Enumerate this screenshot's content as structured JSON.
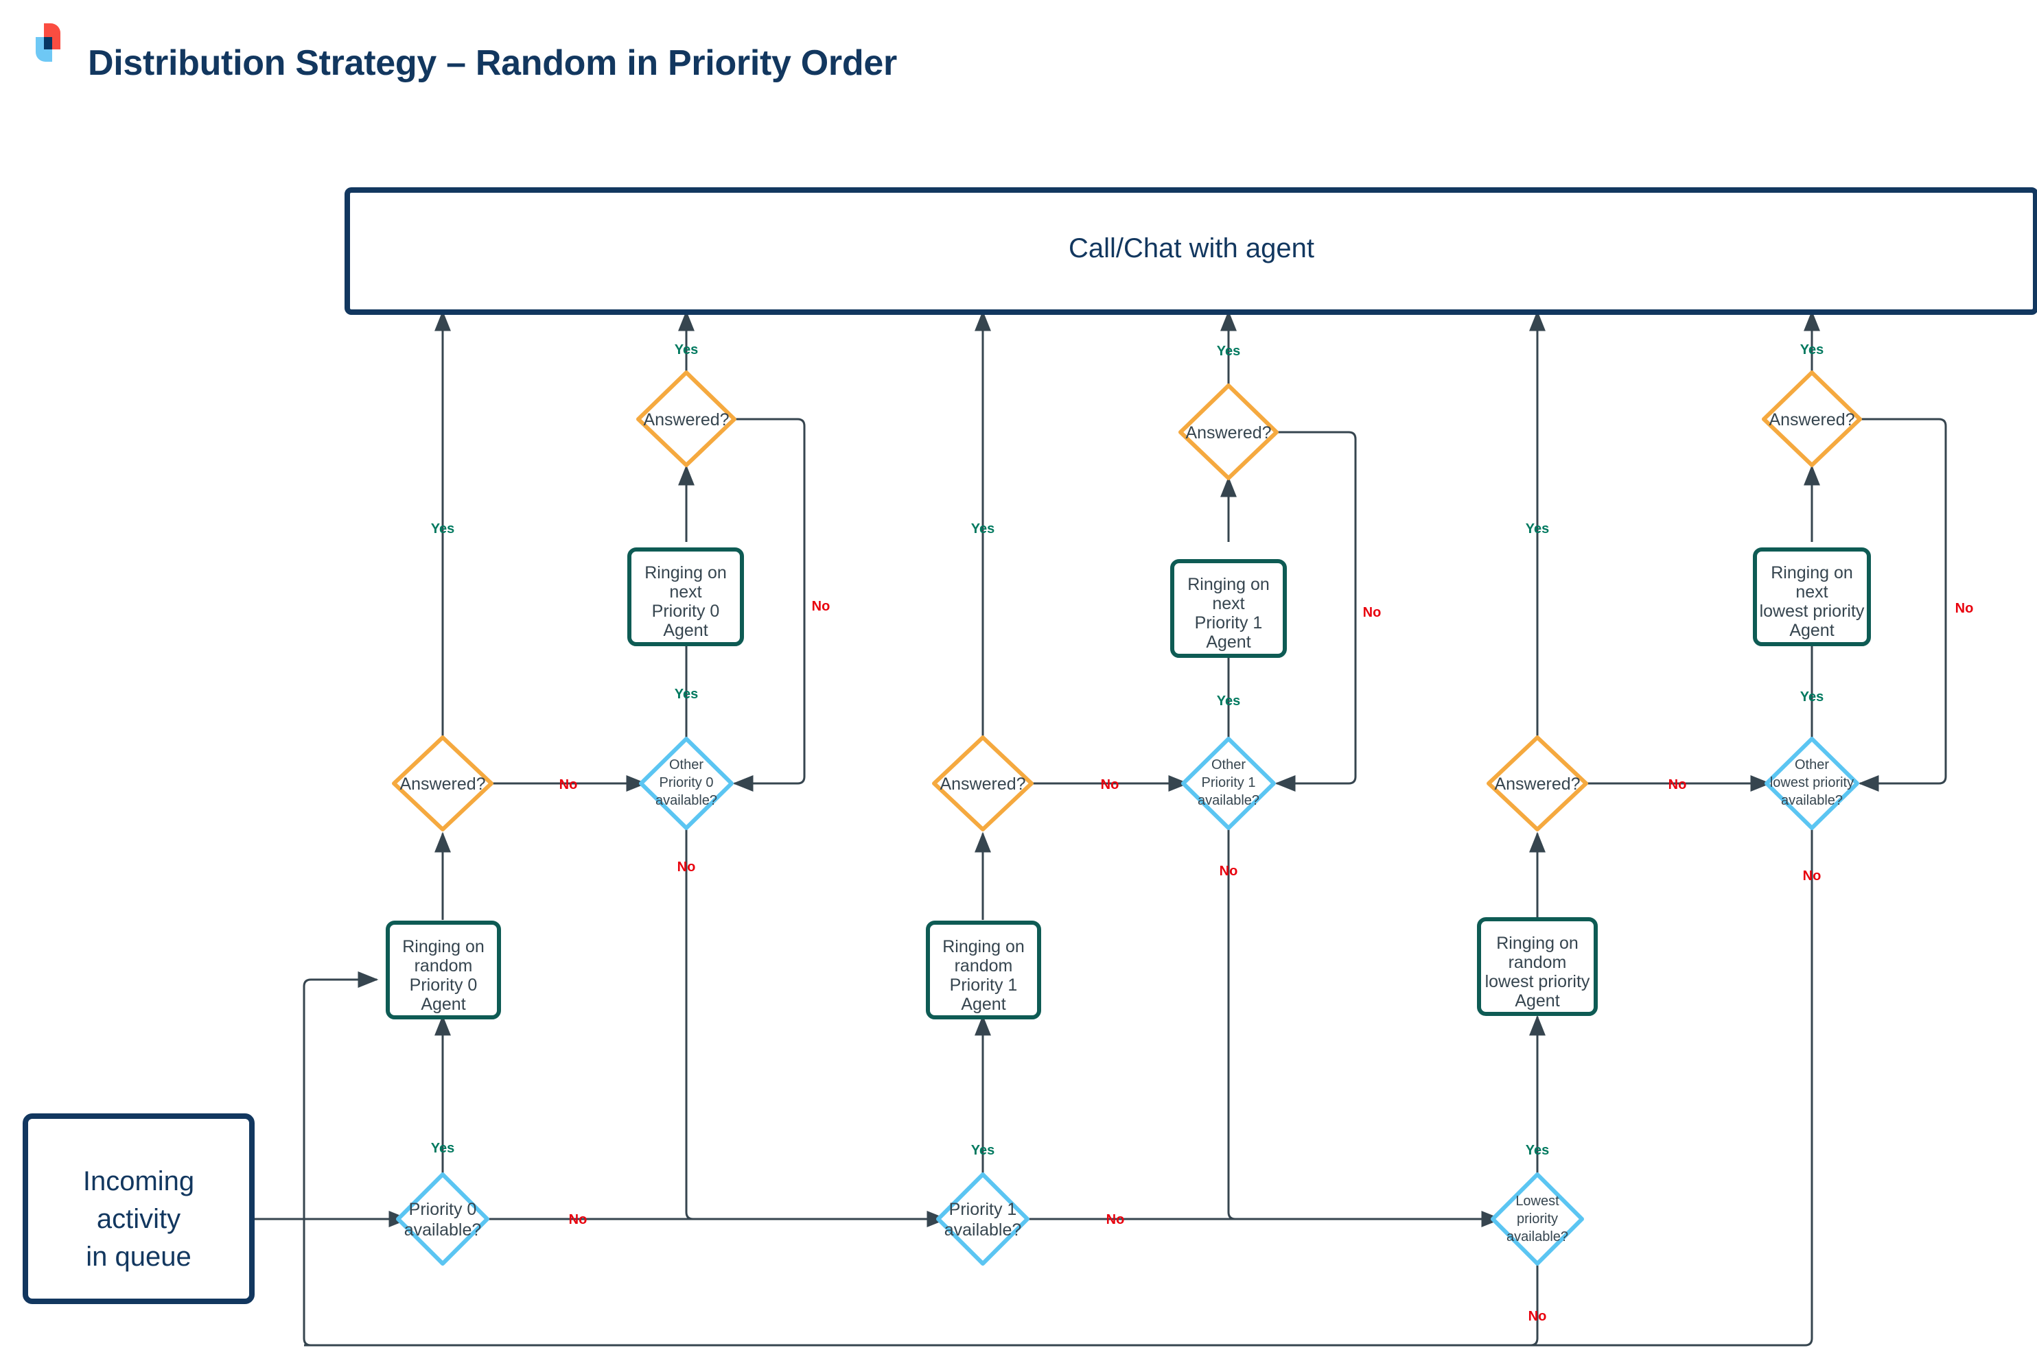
{
  "header": {
    "title": "Distribution Strategy – Random in Priority Order",
    "logo_name": "brand-logo"
  },
  "colors": {
    "title": "#12375f",
    "terminal_border": "#12375f",
    "process_border": "#0e5b54",
    "decision_blue": "#5bc5f2",
    "decision_orange": "#f5a93f",
    "edge": "#36454f",
    "label_yes": "#00795f",
    "label_no": "#e8000d",
    "logo_red": "#fa4d41",
    "logo_blue": "#6ec8f5",
    "logo_navy": "#073763"
  },
  "diagram": {
    "type": "flowchart",
    "terminals": {
      "top": "Call/Chat with agent",
      "start": "Incoming\nactivity\nin queue",
      "start_lines": [
        "Incoming",
        "activity",
        "in queue"
      ]
    },
    "columns": [
      {
        "id": "priority0",
        "available_decision": [
          "Priority 0",
          "available?"
        ],
        "ring_random": [
          "Ringing on",
          "random",
          "Priority 0",
          "Agent"
        ],
        "answered_lower": "Answered?",
        "other_available": [
          "Other",
          "Priority 0",
          "available?"
        ],
        "ring_next": [
          "Ringing on",
          "next",
          "Priority 0",
          "Agent"
        ],
        "answered_upper": "Answered?"
      },
      {
        "id": "priority1",
        "available_decision": [
          "Priority 1",
          "available?"
        ],
        "ring_random": [
          "Ringing on",
          "random",
          "Priority 1",
          "Agent"
        ],
        "answered_lower": "Answered?",
        "other_available": [
          "Other",
          "Priority 1",
          "available?"
        ],
        "ring_next": [
          "Ringing on",
          "next",
          "Priority 1",
          "Agent"
        ],
        "answered_upper": "Answered?"
      },
      {
        "id": "lowest",
        "available_decision": [
          "Lowest",
          "priority",
          "available?"
        ],
        "ring_random": [
          "Ringing on",
          "random",
          "lowest priority",
          "Agent"
        ],
        "answered_lower": "Answered?",
        "other_available": [
          "Other",
          "lowest priority",
          "available?"
        ],
        "ring_next": [
          "Ringing on",
          "next",
          "lowest priority",
          "Agent"
        ],
        "answered_upper": "Answered?"
      }
    ],
    "edge_labels": {
      "yes": "Yes",
      "no": "No"
    }
  }
}
